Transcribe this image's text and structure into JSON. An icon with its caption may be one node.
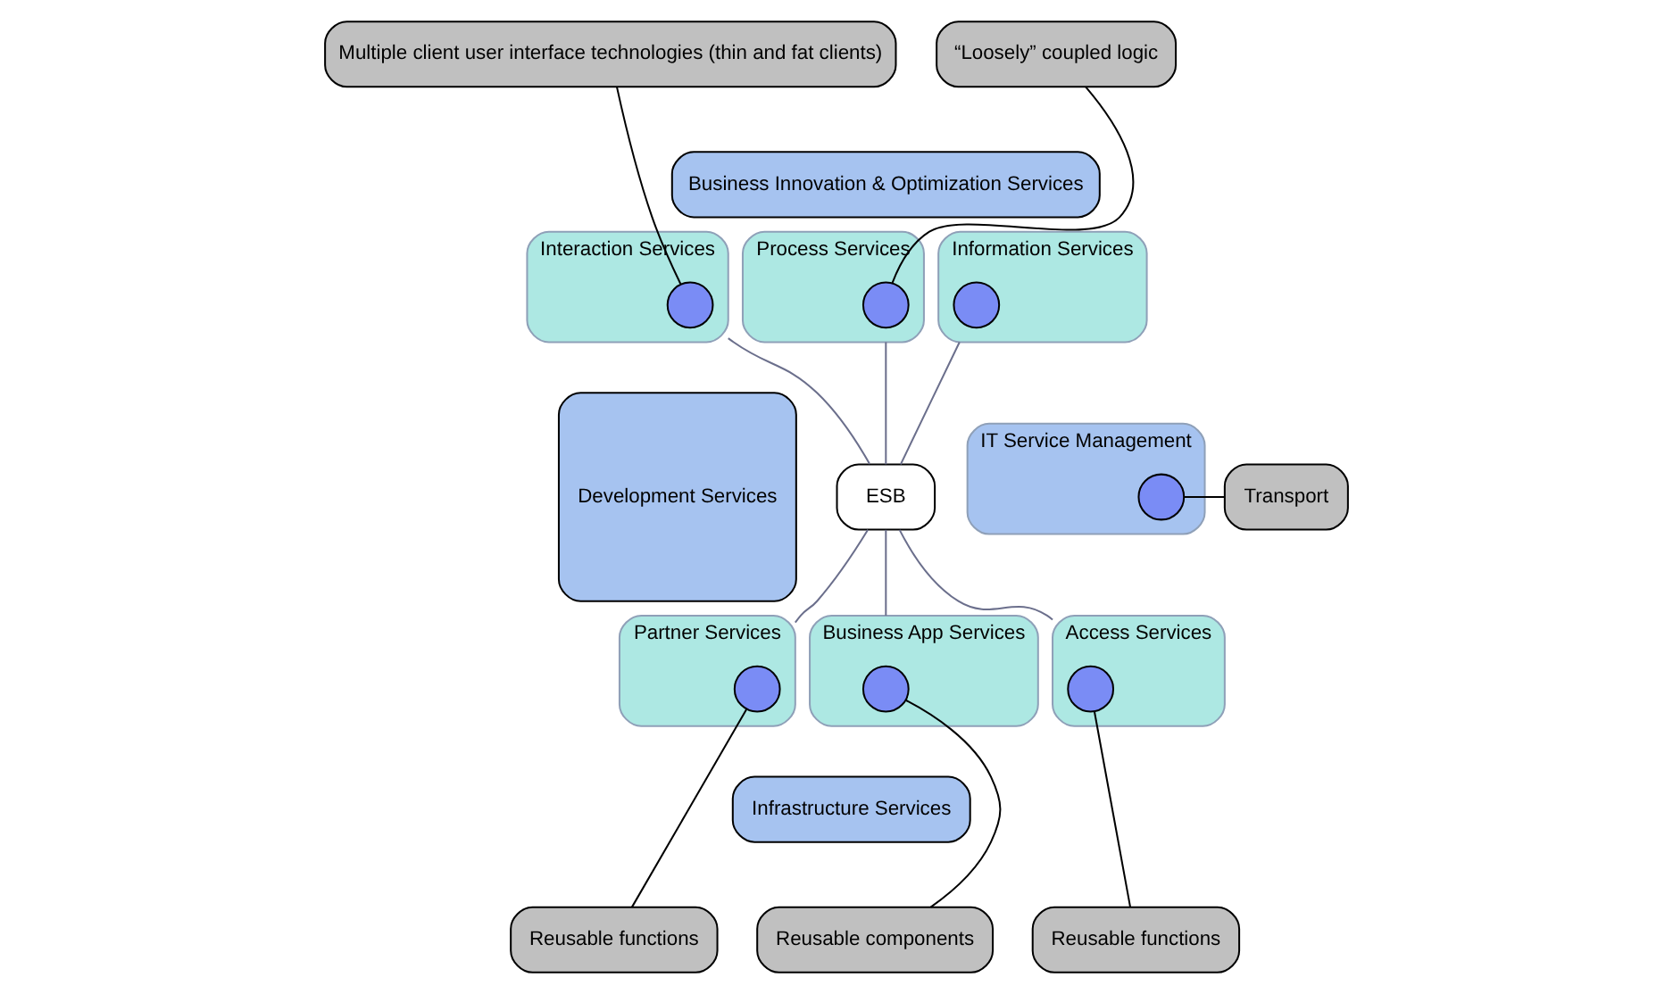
{
  "diagram": {
    "nodes": [
      {
        "text": [
          "Development Services"
        ]
      },
      {
        "text": [
          "Business Innovation & Optimization Services"
        ]
      },
      {
        "text": [
          "Interaction Services"
        ]
      },
      {
        "text": [],
        "shape": "circle",
        "in": 2
      },
      {
        "text": [
          "Process Services"
        ]
      },
      {
        "text": [],
        "shape": "circle",
        "in": 4
      },
      {
        "text": [
          "Information Services"
        ]
      },
      {
        "text": [],
        "shape": "circle",
        "in": 6
      },
      {
        "text": [
          "ESB"
        ]
      },
      {
        "text": [
          "Partner Services"
        ]
      },
      {
        "text": [],
        "shape": "circle",
        "in": 9
      },
      {
        "text": [
          "Business App Services"
        ]
      },
      {
        "text": [],
        "shape": "circle",
        "in": 11
      },
      {
        "text": [
          "Access Services"
        ]
      },
      {
        "text": [],
        "shape": "circle",
        "in": 13
      },
      {
        "text": [
          "Infrastructure Services"
        ]
      },
      {
        "text": [
          "IT Service Management"
        ]
      },
      {
        "text": [],
        "shape": "circle",
        "in": 16
      },
      {
        "text": [
          "Multiple client user interface technologies (thin and fat clients)"
        ]
      },
      {
        "text": [
          "“Loosely” coupled logic"
        ]
      },
      {
        "text": [
          "Transport"
        ]
      },
      {
        "text": [
          "Reusable functions"
        ]
      },
      {
        "text": [
          "Reusable components"
        ]
      },
      {
        "text": [
          "Reusable functions"
        ]
      }
    ],
    "edges": [
      {
        "from": 18,
        "to": 3,
        "arrow": "none"
      },
      {
        "from": 19,
        "to": 5,
        "arrow": "none"
      },
      {
        "from": 20,
        "to": 17,
        "arrow": "none"
      },
      {
        "from": 21,
        "to": 10,
        "arrow": "none"
      },
      {
        "from": 22,
        "to": 12,
        "arrow": "none"
      },
      {
        "from": 23,
        "to": 14,
        "arrow": "none"
      },
      {
        "from": 2,
        "to": 8,
        "arrow": "none",
        "color": "#6b6f8c"
      },
      {
        "from": 4,
        "to": 8,
        "arrow": "none",
        "color": "#6b6f8c"
      },
      {
        "from": 6,
        "to": 8,
        "arrow": "none",
        "color": "#6b6f8c"
      },
      {
        "from": 8,
        "to": 9,
        "arrow": "none",
        "color": "#6b6f8c"
      },
      {
        "from": 8,
        "to": 11,
        "arrow": "none",
        "color": "#6b6f8c"
      },
      {
        "from": 8,
        "to": 13,
        "arrow": "none",
        "color": "#6b6f8c"
      }
    ]
  }
}
